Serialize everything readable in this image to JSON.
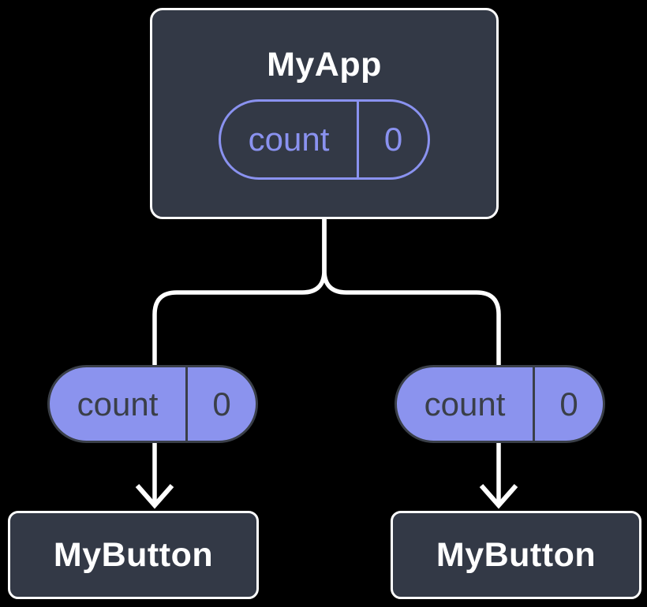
{
  "diagram": {
    "description": "Component tree diagram showing state lifted to parent",
    "root": {
      "label": "MyApp",
      "state": {
        "name": "count",
        "value": "0"
      }
    },
    "children": [
      {
        "label": "MyButton",
        "state": {
          "name": "count",
          "value": "0"
        }
      },
      {
        "label": "MyButton",
        "state": {
          "name": "count",
          "value": "0"
        }
      }
    ]
  },
  "colors": {
    "background": "#000000",
    "node_fill": "#333946",
    "node_border": "#ffffff",
    "accent_purple": "#8a92f0",
    "pill_fill": "#8b93ee",
    "pill_dark_text": "#3a3f48",
    "connector": "#ffffff"
  }
}
